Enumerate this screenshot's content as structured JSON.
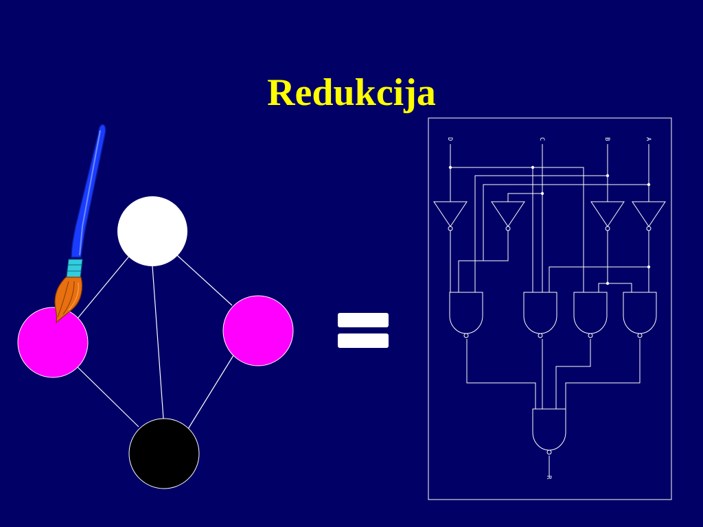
{
  "title": "Redukcija",
  "colors": {
    "background": "#000066",
    "title": "#ffff00",
    "lines": "#ffffff",
    "node_white": "#ffffff",
    "node_magenta": "#ff00ff",
    "node_black": "#000000",
    "brush_handle": "#1a3cff",
    "brush_ferrule": "#33ccdd",
    "brush_bristles": "#e87010"
  },
  "graph": {
    "nodes": [
      {
        "id": "top",
        "color": "#ffffff"
      },
      {
        "id": "left",
        "color": "#ff00ff"
      },
      {
        "id": "right",
        "color": "#ff00ff"
      },
      {
        "id": "bottom",
        "color": "#000000"
      }
    ],
    "edges": [
      [
        "top",
        "left"
      ],
      [
        "top",
        "right"
      ],
      [
        "top",
        "bottom"
      ],
      [
        "left",
        "bottom"
      ],
      [
        "right",
        "bottom"
      ]
    ]
  },
  "circuit": {
    "inputs": [
      "D",
      "C",
      "B",
      "A"
    ],
    "output": "R",
    "inverters": 4,
    "nand_gates": 5
  },
  "icons": {
    "brush": "paintbrush-icon",
    "equals": "equals-sign-icon"
  }
}
